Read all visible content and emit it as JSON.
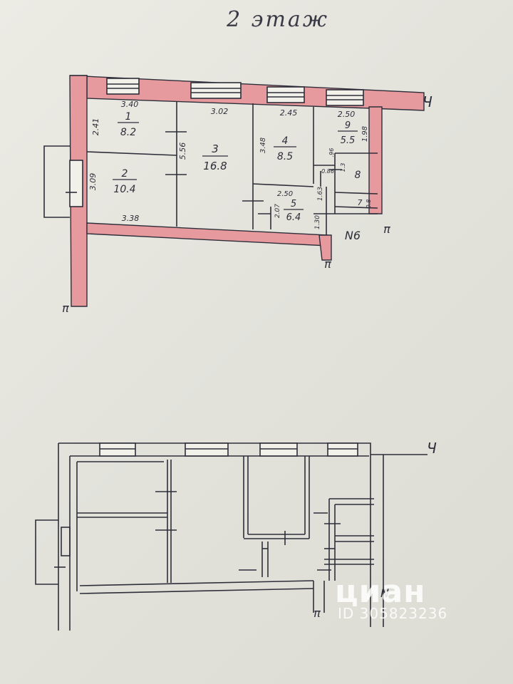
{
  "title": "2 этаж",
  "rooms": [
    {
      "id": "room-1",
      "number": "1",
      "area": "8.2"
    },
    {
      "id": "room-2",
      "number": "2",
      "area": "10.4"
    },
    {
      "id": "room-3",
      "number": "3",
      "area": "16.8"
    },
    {
      "id": "room-4",
      "number": "4",
      "area": "8.5"
    },
    {
      "id": "room-5",
      "number": "5",
      "area": "6.4"
    },
    {
      "id": "room-9",
      "number": "9",
      "area": "5.5"
    },
    {
      "id": "room-8",
      "number": "8",
      "area": ""
    },
    {
      "id": "room-7",
      "number": "7",
      "area": ""
    }
  ],
  "dimensions": [
    "3.40",
    "2.41",
    "3.02",
    "2.45",
    "2.50",
    "3.48",
    "1.98",
    "5.56",
    "3.09",
    "3.38",
    "2.50",
    "2.07",
    "1.63",
    "1.30",
    ".96",
    "0.86",
    "1.3",
    "0.8"
  ],
  "markers": {
    "apartment": "N6",
    "letter_l": "Ч",
    "stair_top": "π",
    "left_bottom": "π",
    "right_bottom": "π",
    "lower_right": "Ч",
    "lower_n": "N",
    "lower_stair": "π"
  },
  "watermark": {
    "brand": "циан",
    "id": "ID 305823236"
  },
  "colors": {
    "wall_fill": "#e79a9e",
    "ink": "#2e2e3a",
    "paper": "#e6e6df"
  }
}
